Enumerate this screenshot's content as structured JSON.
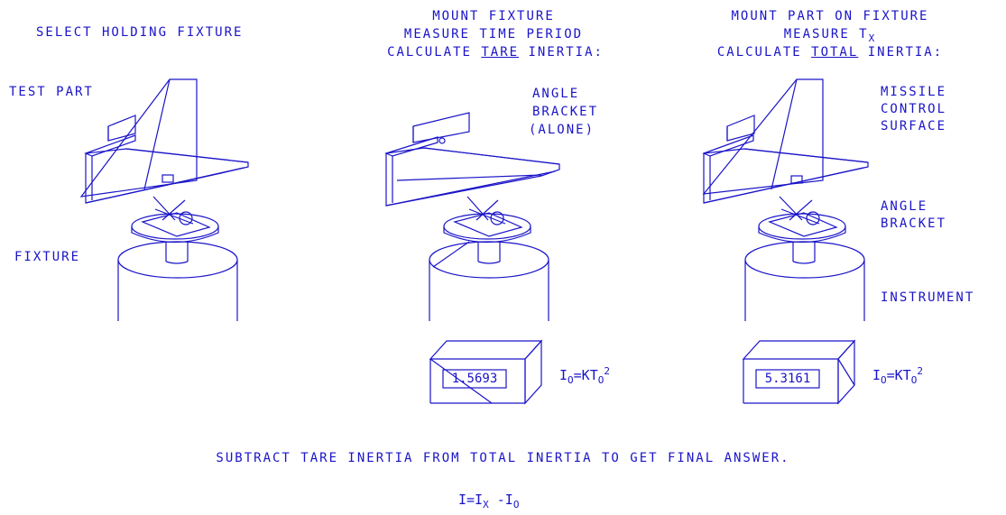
{
  "colors": {
    "ink": "#1a14c8",
    "background": "#ffffff"
  },
  "panel1": {
    "heading": "SELECT HOLDING FIXTURE",
    "label_test_part": "TEST PART",
    "label_fixture": "FIXTURE"
  },
  "panel2": {
    "heading_line1": "MOUNT FIXTURE",
    "heading_line2": "MEASURE TIME PERIOD",
    "heading_line3_pre": "CALCULATE ",
    "heading_line3_underlined": "TARE",
    "heading_line3_post": " INERTIA:",
    "label_bracket_line1": "ANGLE",
    "label_bracket_line2": "BRACKET",
    "label_bracket_line3": "(ALONE)",
    "display_value": "1.5693",
    "formula_main": "I",
    "formula_sub": "O",
    "formula_mid": "=KT",
    "formula_sub2": "O",
    "formula_sup": "2"
  },
  "panel3": {
    "heading_line1": "MOUNT PART ON FIXTURE",
    "heading_line2_pre": "MEASURE T",
    "heading_line2_sub": "X",
    "heading_line3_pre": "CALCULATE ",
    "heading_line3_underlined": "TOTAL",
    "heading_line3_post": " INERTIA:",
    "label_surface_line1": "MISSILE",
    "label_surface_line2": "CONTROL",
    "label_surface_line3": "SURFACE",
    "label_bracket_line1": "ANGLE",
    "label_bracket_line2": "BRACKET",
    "label_instrument": "INSTRUMENT",
    "display_value": "5.3161",
    "formula_main": "I",
    "formula_sub": "O",
    "formula_mid": "=KT",
    "formula_sub2": "O",
    "formula_sup": "2"
  },
  "footer": {
    "instruction": "SUBTRACT TARE INERTIA FROM TOTAL INERTIA TO GET FINAL ANSWER.",
    "final_formula_a": "I=I",
    "final_formula_sub1": "X",
    "final_formula_b": " -I",
    "final_formula_sub2": "O"
  }
}
